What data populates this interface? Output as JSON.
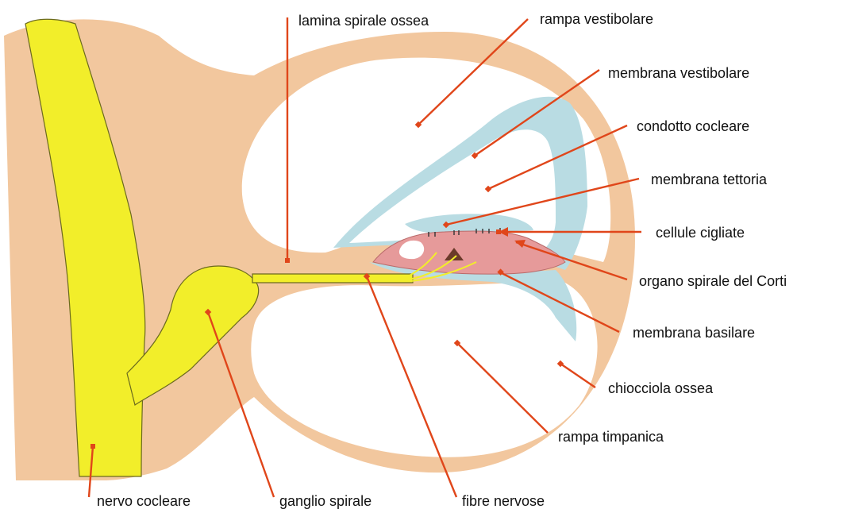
{
  "colors": {
    "bone": "#F2C79E",
    "nerve": "#F2EE2A",
    "nerve_stroke": "#6B6A1E",
    "membrane": "#B9DCE3",
    "organ": "#E69A9A",
    "leader": "#E0461A"
  },
  "labels": {
    "lamina_spirale_ossea": "lamina spirale ossea",
    "rampa_vestibolare": "rampa vestibolare",
    "membrana_vestibolare": "membrana vestibolare",
    "condotto_cocleare": "condotto cocleare",
    "membrana_tettoria": "membrana tettoria",
    "cellule_cigliate": "cellule cigliate",
    "organo_spirale": "organo spirale del Corti",
    "membrana_basilare": "membrana basilare",
    "chiocciola_ossea": "chiocciola ossea",
    "rampa_timpanica": "rampa timpanica",
    "nervo_cocleare": "nervo cocleare",
    "ganglio_spirale": "ganglio spirale",
    "fibre_nervose": "fibre nervose"
  }
}
